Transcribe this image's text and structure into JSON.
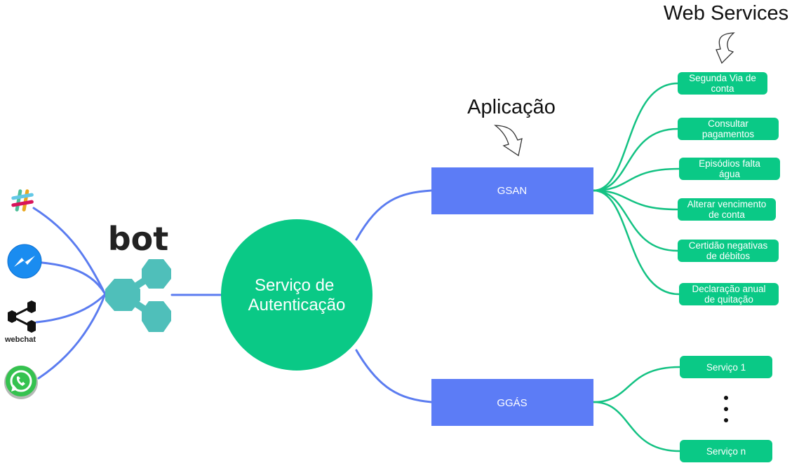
{
  "colors": {
    "blue_link": "#5b7cf0",
    "green_link": "#14c283",
    "blue_box": "#5c7cf6",
    "green": "#0ac986",
    "teal_hex": "#4fbfba",
    "text_white": "#ffffff",
    "text_dark": "#222222"
  },
  "channels": [
    {
      "name": "slack",
      "icon": "slack-icon"
    },
    {
      "name": "messenger",
      "icon": "messenger-icon"
    },
    {
      "name": "webchat",
      "icon": "webchat-icon",
      "label": "webchat"
    },
    {
      "name": "whatsapp",
      "icon": "whatsapp-icon"
    }
  ],
  "bot": {
    "label": "bot",
    "icon": "bot-share-icon"
  },
  "auth": {
    "line1": "Serviço de",
    "line2": "Autenticação"
  },
  "annotations": {
    "web_services": "Web Services",
    "aplicacao": "Aplicação"
  },
  "apps": [
    {
      "name": "GSAN",
      "services": [
        [
          "Segunda Via de",
          "conta"
        ],
        [
          "Consultar",
          "pagamentos"
        ],
        [
          "Episódios falta",
          "água"
        ],
        [
          "Alterar vencimento",
          "de conta"
        ],
        [
          "Certidão negativas",
          "de débitos"
        ],
        [
          "Declaração anual",
          "de quitação"
        ]
      ]
    },
    {
      "name": "GGÁS",
      "services": [
        [
          "Serviço 1"
        ],
        [
          "Serviço n"
        ]
      ]
    }
  ]
}
